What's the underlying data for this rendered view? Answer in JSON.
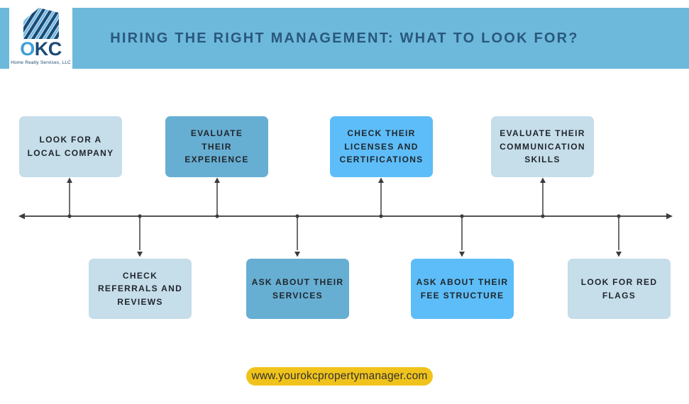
{
  "header": {
    "title": "HIRING THE RIGHT MANAGEMENT: WHAT TO LOOK FOR?",
    "logo": {
      "abbr_o": "O",
      "abbr_kc": "KC",
      "tagline": "Home Realty Services, LLC"
    }
  },
  "timeline": {
    "top_items": [
      {
        "label": "LOOK FOR A\nLOCAL COMPANY",
        "tone": "light"
      },
      {
        "label": "EVALUATE\nTHEIR\nEXPERIENCE",
        "tone": "medium"
      },
      {
        "label": "CHECK THEIR\nLICENSES AND\nCERTIFICATIONS",
        "tone": "bright"
      },
      {
        "label": "EVALUATE THEIR\nCOMMUNICATION\nSKILLS",
        "tone": "light"
      }
    ],
    "bottom_items": [
      {
        "label": "CHECK\nREFERRALS AND\nREVIEWS",
        "tone": "light"
      },
      {
        "label": "ASK ABOUT THEIR\nSERVICES",
        "tone": "medium"
      },
      {
        "label": "ASK ABOUT THEIR\nFEE STRUCTURE",
        "tone": "bright"
      },
      {
        "label": "LOOK FOR RED\nFLAGS",
        "tone": "light"
      }
    ]
  },
  "footer": {
    "website": "www.yourokcpropertymanager.com"
  },
  "colors": {
    "bar_blue": "#6db9dc",
    "title_blue": "#29587c",
    "box_light": "#c6ddea",
    "box_medium": "#67aed3",
    "box_bright": "#5dbdf8",
    "box_text": "#1f262b",
    "navy": "#1c4a75",
    "logo_light_blue": "#3d9fd6",
    "accent_yellow": "#f0c31c",
    "line_dark": "#3c3c3c"
  }
}
